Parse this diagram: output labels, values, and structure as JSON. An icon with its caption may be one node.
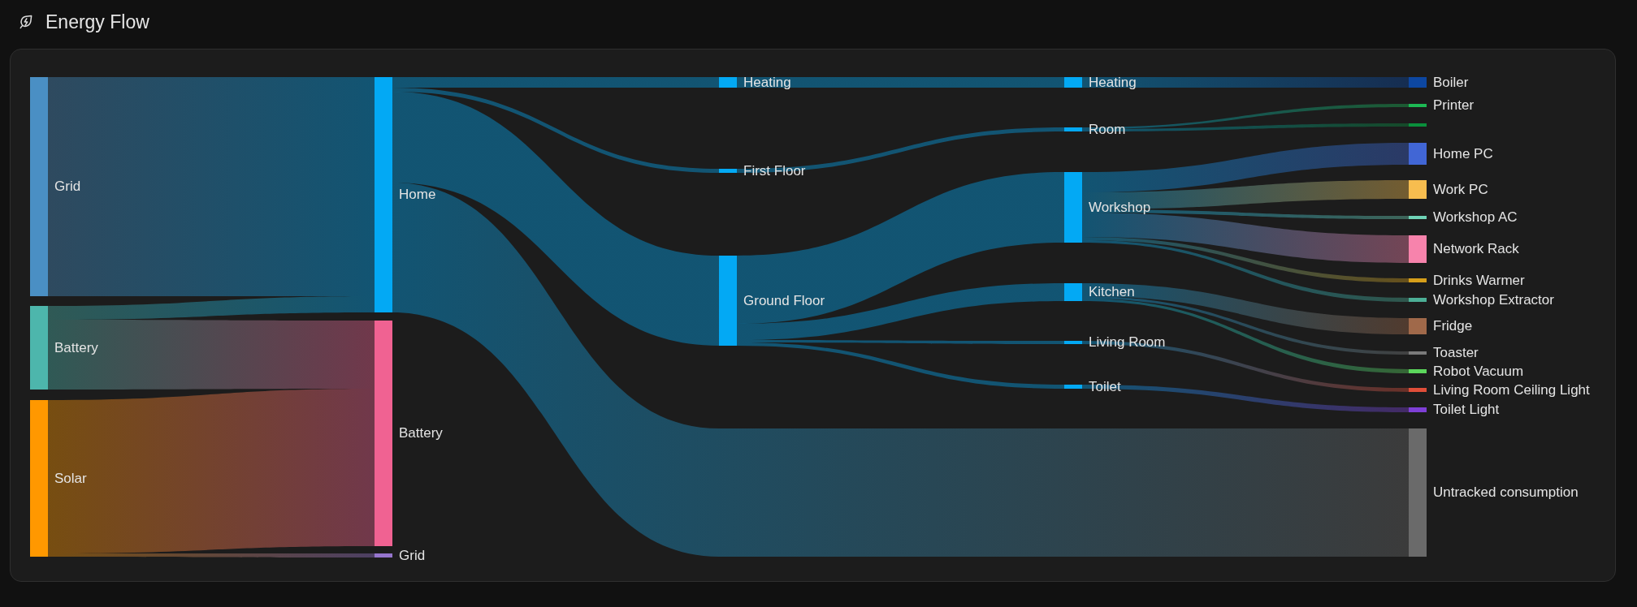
{
  "diagram": {
    "title": "Energy Flow",
    "nodes": [
      {
        "text": [
          "Grid"
        ]
      },
      {
        "text": [
          "Battery"
        ]
      },
      {
        "text": [
          "Solar"
        ]
      },
      {
        "text": [
          "Home"
        ]
      },
      {
        "text": [
          "Battery"
        ]
      },
      {
        "text": [
          "Grid"
        ]
      },
      {
        "text": [
          "Heating"
        ]
      },
      {
        "text": [
          "First Floor"
        ]
      },
      {
        "text": [
          "Ground Floor"
        ]
      },
      {
        "text": [
          "Heating"
        ]
      },
      {
        "text": [
          "Room"
        ]
      },
      {
        "text": [
          "Workshop"
        ]
      },
      {
        "text": [
          "Kitchen"
        ]
      },
      {
        "text": [
          "Living Room"
        ]
      },
      {
        "text": [
          "Toilet"
        ]
      },
      {
        "text": [
          "Boiler"
        ]
      },
      {
        "text": [
          "Printer"
        ]
      },
      {
        "text": [],
        "shape": "bar"
      },
      {
        "text": [
          "Home PC"
        ]
      },
      {
        "text": [
          "Work PC"
        ]
      },
      {
        "text": [
          "Workshop AC"
        ]
      },
      {
        "text": [
          "Network Rack"
        ]
      },
      {
        "text": [
          "Drinks Warmer"
        ]
      },
      {
        "text": [
          "Workshop Extractor"
        ]
      },
      {
        "text": [
          "Fridge"
        ]
      },
      {
        "text": [
          "Toaster"
        ]
      },
      {
        "text": [
          "Robot Vacuum"
        ]
      },
      {
        "text": [
          "Living Room Ceiling Light"
        ]
      },
      {
        "text": [
          "Toilet Light"
        ]
      },
      {
        "text": [
          "Untracked consumption"
        ]
      }
    ],
    "edges": [
      {
        "from": 0,
        "to": 3,
        "arrow": "none"
      },
      {
        "from": 1,
        "to": 3,
        "arrow": "none"
      },
      {
        "from": 1,
        "to": 4,
        "arrow": "none"
      },
      {
        "from": 2,
        "to": 4,
        "arrow": "none"
      },
      {
        "from": 2,
        "to": 5,
        "arrow": "none"
      },
      {
        "from": 3,
        "to": 6,
        "arrow": "none"
      },
      {
        "from": 3,
        "to": 7,
        "arrow": "none"
      },
      {
        "from": 3,
        "to": 8,
        "arrow": "none"
      },
      {
        "from": 3,
        "to": 29,
        "arrow": "none"
      },
      {
        "from": 6,
        "to": 9,
        "arrow": "none"
      },
      {
        "from": 7,
        "to": 10,
        "arrow": "none"
      },
      {
        "from": 8,
        "to": 11,
        "arrow": "none"
      },
      {
        "from": 8,
        "to": 12,
        "arrow": "none"
      },
      {
        "from": 8,
        "to": 13,
        "arrow": "none"
      },
      {
        "from": 8,
        "to": 14,
        "arrow": "none"
      },
      {
        "from": 9,
        "to": 15,
        "arrow": "none"
      },
      {
        "from": 10,
        "to": 16,
        "arrow": "none"
      },
      {
        "from": 10,
        "to": 17,
        "arrow": "none"
      },
      {
        "from": 11,
        "to": 18,
        "arrow": "none"
      },
      {
        "from": 11,
        "to": 19,
        "arrow": "none"
      },
      {
        "from": 11,
        "to": 20,
        "arrow": "none"
      },
      {
        "from": 11,
        "to": 21,
        "arrow": "none"
      },
      {
        "from": 11,
        "to": 22,
        "arrow": "none"
      },
      {
        "from": 11,
        "to": 23,
        "arrow": "none"
      },
      {
        "from": 12,
        "to": 24,
        "arrow": "none"
      },
      {
        "from": 12,
        "to": 25,
        "arrow": "none"
      },
      {
        "from": 12,
        "to": 26,
        "arrow": "none"
      },
      {
        "from": 13,
        "to": 27,
        "arrow": "none"
      },
      {
        "from": 14,
        "to": 28,
        "arrow": "none"
      }
    ]
  }
}
